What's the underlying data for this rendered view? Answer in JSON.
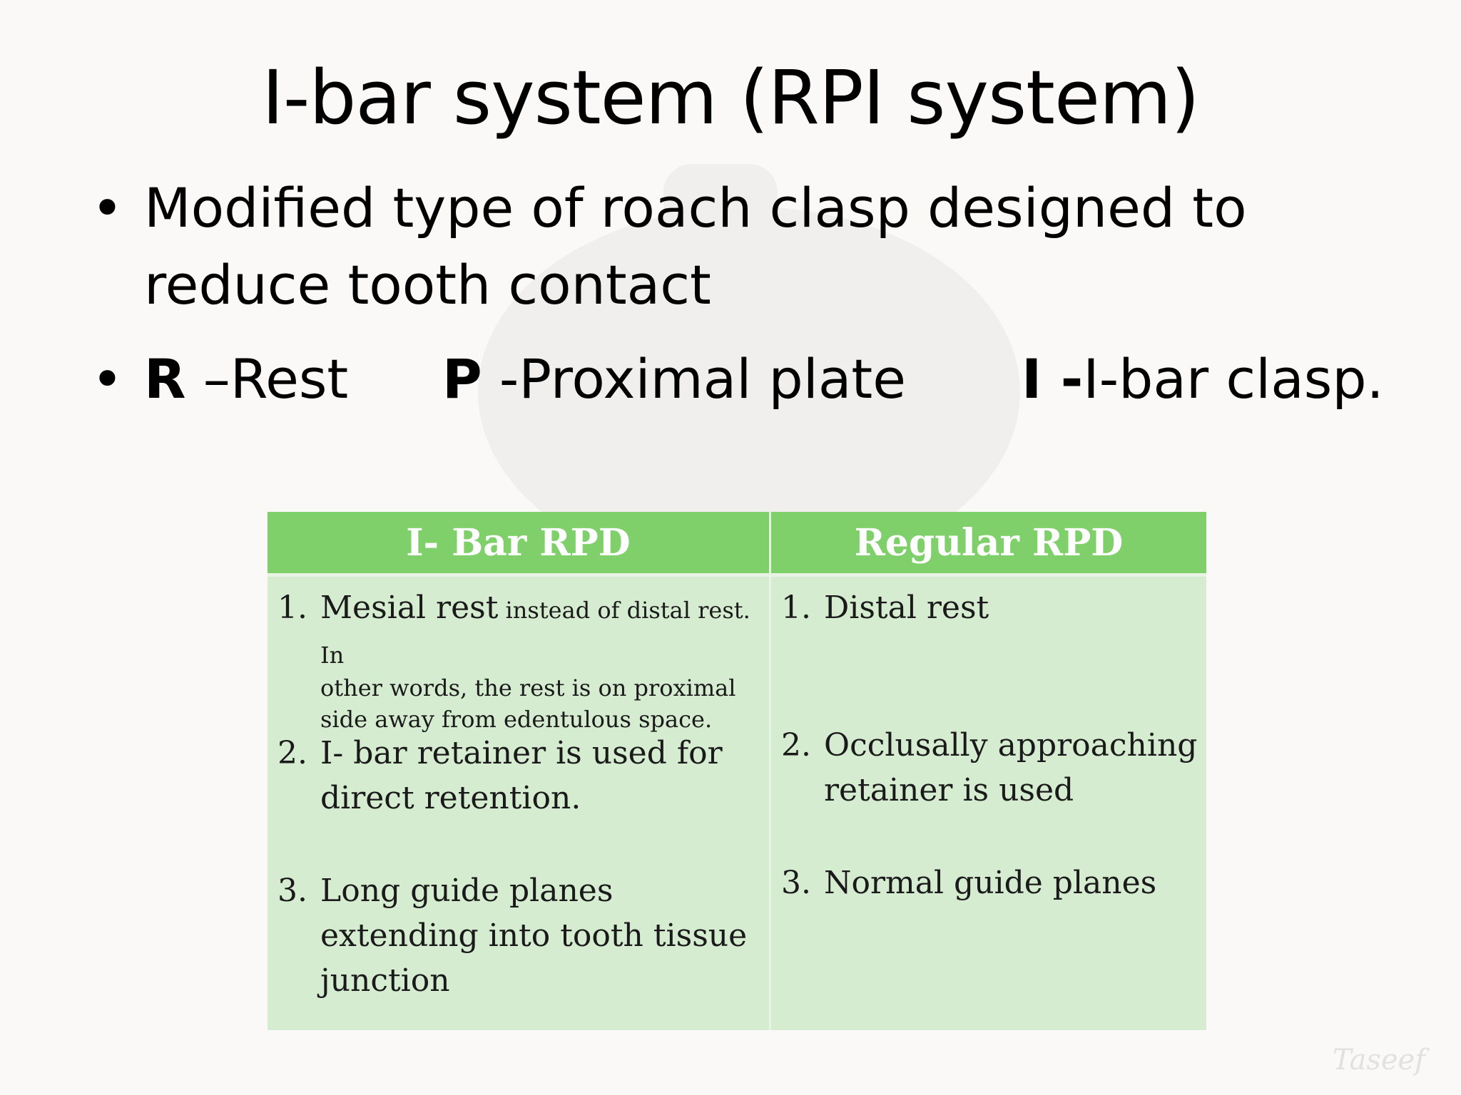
{
  "title": "I-bar system (RPI system)",
  "bullets": {
    "bullet_1": "Modified type of roach clasp designed to reduce tooth contact",
    "rpi": {
      "r_letter": "R",
      "r_text": " –Rest",
      "p_letter": "P",
      "p_text": " -Proximal plate",
      "i_letter": "I -",
      "i_text": "I-bar clasp."
    }
  },
  "table": {
    "headers": [
      "I- Bar RPD",
      "Regular RPD"
    ],
    "ibar": [
      {
        "num": "1.",
        "main": "Mesial rest",
        "note_inline": " instead of distal rest. In",
        "note_rest": "other words, the rest is on proximal side away from edentulous space."
      },
      {
        "num": "2.",
        "main": "I- bar retainer is used for direct retention."
      },
      {
        "num": "3.",
        "main": "Long guide planes extending into tooth tissue junction"
      }
    ],
    "regular": [
      {
        "num": "1.",
        "main": "Distal rest"
      },
      {
        "num": "2.",
        "main": "Occlusally approaching retainer is used"
      },
      {
        "num": "3.",
        "main": "Normal guide planes"
      }
    ]
  },
  "signature": "Taseef",
  "colors": {
    "header_green": "#7fd06a",
    "cell_green": "#d6ecd1",
    "background": "#fbf9f8"
  }
}
